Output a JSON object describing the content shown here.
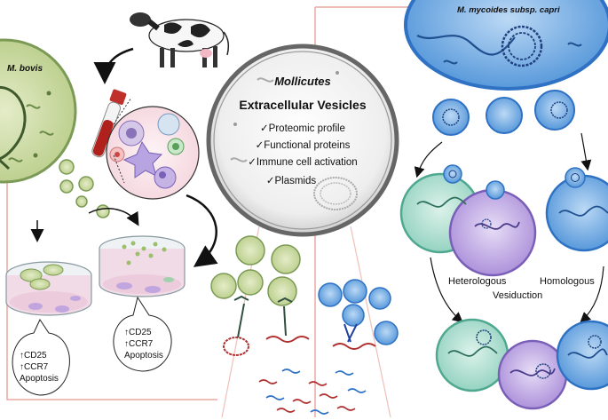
{
  "left_panel": {
    "organism_label": "M. bovis",
    "dish1_lines": [
      "↑CD25",
      "↑CCR7",
      "Apoptosis"
    ],
    "dish2_lines": [
      "↑CD25",
      "↑CCR7",
      "Apoptosis"
    ]
  },
  "center": {
    "title_italic": "Mollicutes",
    "title": "Extracellular Vesicles",
    "items": [
      "✓Proteomic profile",
      "✓Functional proteins",
      "✓Immune cell activation",
      "✓Plasmids"
    ]
  },
  "right_panel": {
    "organism_label": "M. mycoides subsp. capri",
    "heterologous_label": "Heterologous",
    "homologous_label": "Homologous",
    "vesiduction_label": "Vesiduction"
  },
  "colors": {
    "bovis_fill": "#c9d9a4",
    "bovis_stroke": "#7b9a55",
    "capri_fill": "#7fb2e5",
    "capri_stroke": "#2f72c4",
    "teal_fill": "#b9e3d6",
    "purple_fill": "#c9b6e6",
    "panel_border": "#e8a8a0"
  }
}
